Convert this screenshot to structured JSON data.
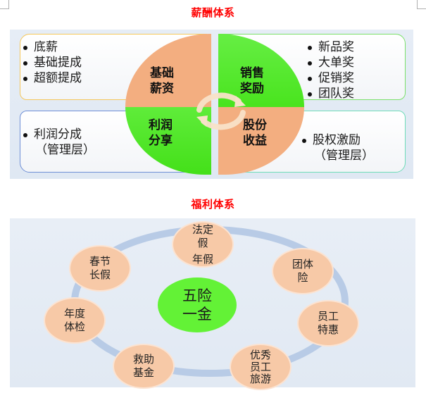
{
  "salary_section": {
    "title": "薪酬体系",
    "quadrants": [
      {
        "position": "top-left",
        "label_lines": [
          "基础",
          "薪资"
        ],
        "color": "#f3ae80",
        "border_color": "#f5c75a",
        "items": [
          {
            "text": "底薪"
          },
          {
            "text": "基础提成"
          },
          {
            "text": "超额提成"
          }
        ]
      },
      {
        "position": "top-right",
        "label_lines": [
          "销售",
          "奖励"
        ],
        "color": "#49e41e",
        "border_color": "#7be06a",
        "items": [
          {
            "text": "新品奖"
          },
          {
            "text": "大单奖"
          },
          {
            "text": "促销奖"
          },
          {
            "text": "团队奖"
          }
        ]
      },
      {
        "position": "bottom-left",
        "label_lines": [
          "利润",
          "分享"
        ],
        "color": "#44e019",
        "border_color": "#6f8fd6",
        "items": [
          {
            "text": "利润分成",
            "sub": "（管理层）"
          }
        ]
      },
      {
        "position": "bottom-right",
        "label_lines": [
          "股份",
          "收益"
        ],
        "color": "#f3ae80",
        "border_color": "#6fdcb8",
        "items": [
          {
            "text": "股权激励",
            "sub": "（管理层）"
          }
        ]
      }
    ]
  },
  "welfare_section": {
    "title": "福利体系",
    "center": {
      "lines": [
        "五险",
        "一金"
      ],
      "color": "#63f236"
    },
    "ring_color": "#b8cbe6",
    "bubble_color": "#f7c9a7",
    "nodes": [
      {
        "lines": [
          "法定",
          "假",
          "年假"
        ]
      },
      {
        "lines": [
          "团体",
          "险"
        ]
      },
      {
        "lines": [
          "员工",
          "特惠"
        ]
      },
      {
        "lines": [
          "优秀",
          "员工",
          "旅游"
        ]
      },
      {
        "lines": [
          "救助",
          "基金"
        ]
      },
      {
        "lines": [
          "年度",
          "体检"
        ]
      },
      {
        "lines": [
          "春节",
          "长假"
        ]
      }
    ]
  }
}
